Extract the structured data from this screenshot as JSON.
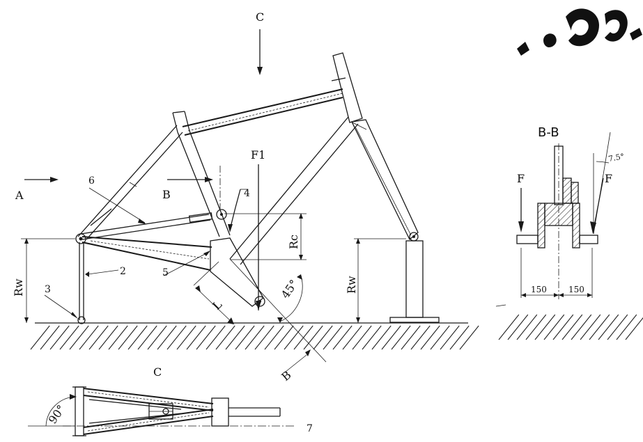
{
  "labels": {
    "view_c_top": "C",
    "view_a": "A",
    "view_b": "B",
    "f1": "F1",
    "part_2": "2",
    "part_3": "3",
    "part_4": "4",
    "part_5": "5",
    "part_6": "6",
    "part_7": "7",
    "rw_left": "Rw",
    "rw_right": "Rw",
    "rc": "Rc",
    "length_l": "L",
    "angle_45": "45°",
    "section_b_lower": "B",
    "view_c_bottom": "C",
    "angle_90": "90°",
    "section_title": "B-B",
    "force_left": "F",
    "force_right": "F",
    "angle_7_5": "7.5°",
    "dim_150_left": "150",
    "dim_150_right": "150"
  },
  "colors": {
    "ink": "#1a1a1a",
    "watermark": "#111111"
  },
  "watermark": "logo"
}
